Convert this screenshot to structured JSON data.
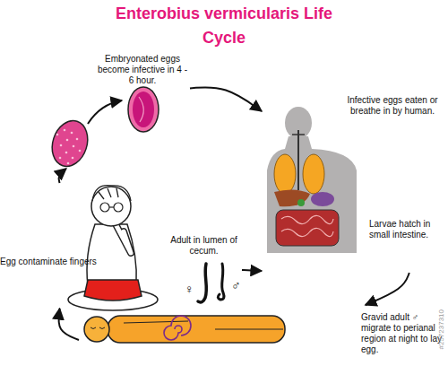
{
  "diagram": {
    "title": "Enterobius vermicularis Life Cycle",
    "nodes": [
      {
        "text": [
          "Embryonated eggs become infective in 4 - 6 hour."
        ]
      },
      {
        "text": [
          "Infective eggs eaten or breathe in by human.",
          "Larvae hatch in small intestine."
        ]
      },
      {
        "text": [
          "Adult in lumen of cecum."
        ]
      },
      {
        "text": [
          "Gravid adult ♂ migrate to perianal region at night to lay egg."
        ]
      },
      {
        "text": [
          "Egg contaminate fingers"
        ]
      }
    ],
    "edges": [
      {
        "from": 0,
        "to": 1,
        "arrow": "to"
      },
      {
        "from": 1,
        "to": 3,
        "arrow": "to"
      },
      {
        "from": 3,
        "to": 4,
        "arrow": "to"
      },
      {
        "from": 4,
        "to": 0,
        "arrow": "to"
      },
      {
        "from": 2,
        "to": 1,
        "arrow": "to"
      }
    ],
    "labels": [
      "♀",
      "♂",
      "#257237310"
    ]
  }
}
